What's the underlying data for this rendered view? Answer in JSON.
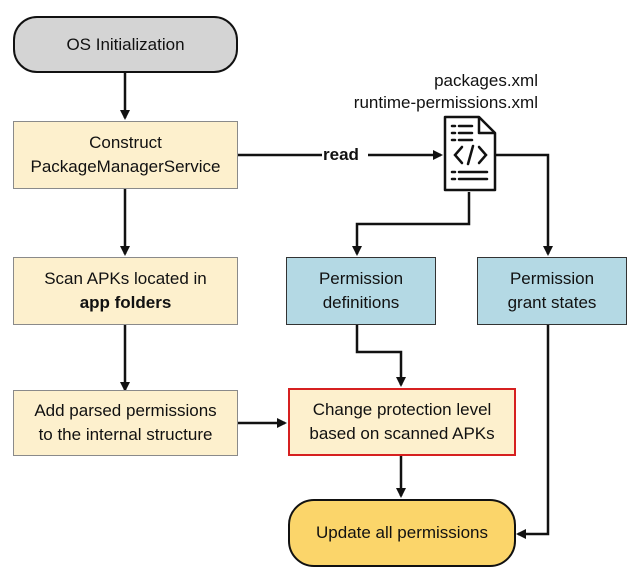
{
  "diagram": {
    "os_init": "OS Initialization",
    "construct_line1": "Construct",
    "construct_line2": "PackageManagerService",
    "scan_line1": "Scan APKs located in",
    "scan_line2": "app folders",
    "add_line1": "Add parsed permissions",
    "add_line2": "to the internal structure",
    "file_label_line1": "packages.xml",
    "file_label_line2": "runtime-permissions.xml",
    "read_label": "read",
    "perm_defs_line1": "Permission",
    "perm_defs_line2": "definitions",
    "perm_grant_line1": "Permission",
    "perm_grant_line2": "grant states",
    "change_line1": "Change protection level",
    "change_line2": "based on scanned APKs",
    "update_all": "Update all permissions",
    "file_icon": "code-file-icon"
  }
}
